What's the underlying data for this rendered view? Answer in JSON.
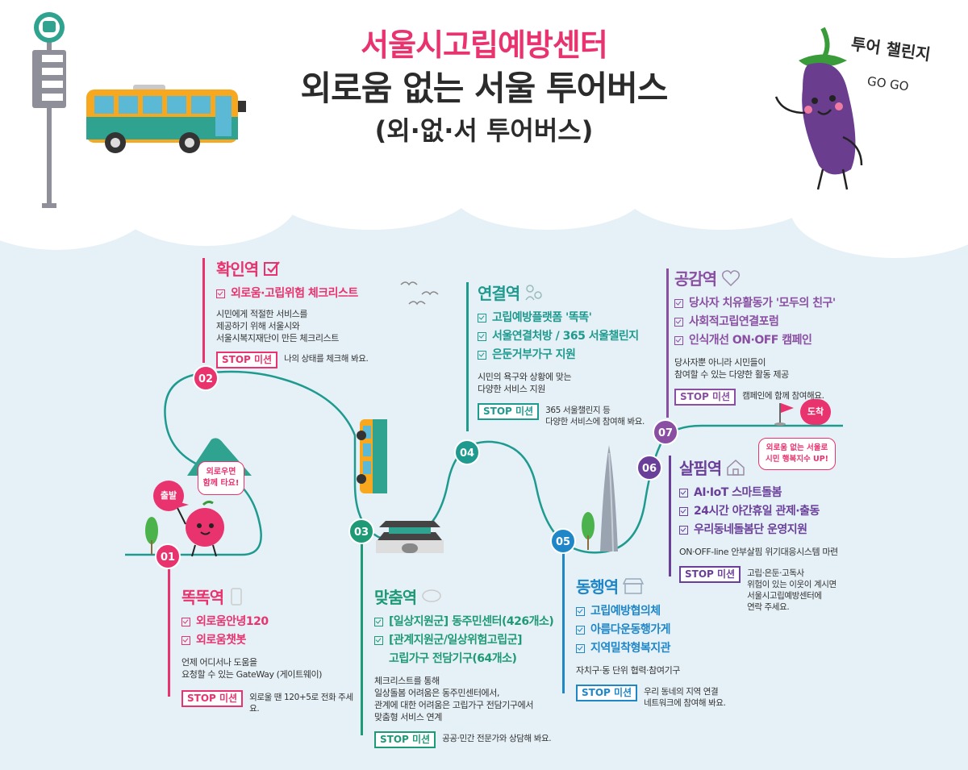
{
  "header": {
    "title_line1": "서울시고립예방센터",
    "title_line2": "외로움 없는 서울 투어버스",
    "title_line3": "(외·없·서 투어버스)"
  },
  "mascot": {
    "line1": "투어 챌린지",
    "line2": "GO GO"
  },
  "start": {
    "tag": "출발",
    "bubble": [
      "외로우면",
      "함께 타요!"
    ]
  },
  "finish": {
    "tag": "도착",
    "bubble": [
      "외로움 없는 서울로",
      "시민 행복지수 UP!"
    ]
  },
  "colors": {
    "s01": "#e8336e",
    "s02": "#e8336e",
    "s03": "#1f9a76",
    "s04": "#1f9a8f",
    "s05": "#1f86c7",
    "s06": "#6a3f9a",
    "s07": "#8a4fa3",
    "road": "#1f9a8f"
  },
  "stations": {
    "s01": {
      "num": "01",
      "name": "똑똑역",
      "items": [
        "외로움안녕120",
        "외로움챗봇"
      ],
      "desc": [
        "언제 어디서나 도움을",
        "요청할 수 있는 GateWay (게이트웨이)"
      ],
      "stop_label": "STOP 미션",
      "stop_text": [
        "외로울 땐 120+5로 전화 주세요."
      ]
    },
    "s02": {
      "num": "02",
      "name": "확인역",
      "items": [
        "외로움·고립위험 체크리스트"
      ],
      "desc": [
        "시민에게 적절한 서비스를",
        "제공하기 위해 서울시와",
        "서울시복지재단이 만든 체크리스트"
      ],
      "stop_label": "STOP 미션",
      "stop_text": [
        "나의 상태를 체크해 봐요."
      ]
    },
    "s03": {
      "num": "03",
      "name": "맞춤역",
      "items": [
        "[일상지원군] 동주민센터(426개소)",
        "[관계지원군/일상위험고립군]",
        "고립가구 전담기구(64개소)"
      ],
      "desc": [
        "체크리스트를 통해",
        "일상돌봄 어려움은 동주민센터에서,",
        "관계에 대한 어려움은 고립가구 전담기구에서",
        "맞춤형 서비스 연계"
      ],
      "stop_label": "STOP 미션",
      "stop_text": [
        "공공·민간 전문가와 상담해 봐요."
      ]
    },
    "s04": {
      "num": "04",
      "name": "연결역",
      "items": [
        "고립예방플랫폼 '똑똑'",
        "서울연결처방 / 365 서울챌린지",
        "은둔거부가구 지원"
      ],
      "desc": [
        "시민의 욕구와 상황에 맞는",
        "다양한 서비스 지원"
      ],
      "stop_label": "STOP 미션",
      "stop_text": [
        "365 서울챌린지 등",
        "다양한 서비스에 참여해 봐요."
      ]
    },
    "s05": {
      "num": "05",
      "name": "동행역",
      "items": [
        "고립예방협의체",
        "아름다운동행가게",
        "지역밀착형복지관"
      ],
      "desc": [
        "자치구·동 단위 협력·참여기구"
      ],
      "stop_label": "STOP 미션",
      "stop_text": [
        "우리 동네의 지역 연결",
        "네트워크에 참여해 봐요."
      ]
    },
    "s06": {
      "num": "06",
      "name": "살핌역",
      "items": [
        "AI·IoT 스마트돌봄",
        "24시간 야간휴일 관제·출동",
        "우리동네돌봄단 운영지원"
      ],
      "desc": [
        "ON·OFF-line 안부살핌 위기대응시스템 마련"
      ],
      "stop_label": "STOP 미션",
      "stop_text": [
        "고립·은둔·고독사",
        "위험이 있는 이웃이 계시면",
        "서울시고립예방센터에",
        "연락 주세요."
      ]
    },
    "s07": {
      "num": "07",
      "name": "공감역",
      "items": [
        "당사자 치유활동가 '모두의 친구'",
        "사회적고립연결포럼",
        "인식개선 ON·OFF 캠페인"
      ],
      "desc": [
        "당사자뿐 아니라 시민들이",
        "참여할 수 있는 다양한 활동 제공"
      ],
      "stop_label": "STOP 미션",
      "stop_text": [
        "캠페인에 함께 참여해요."
      ]
    }
  }
}
